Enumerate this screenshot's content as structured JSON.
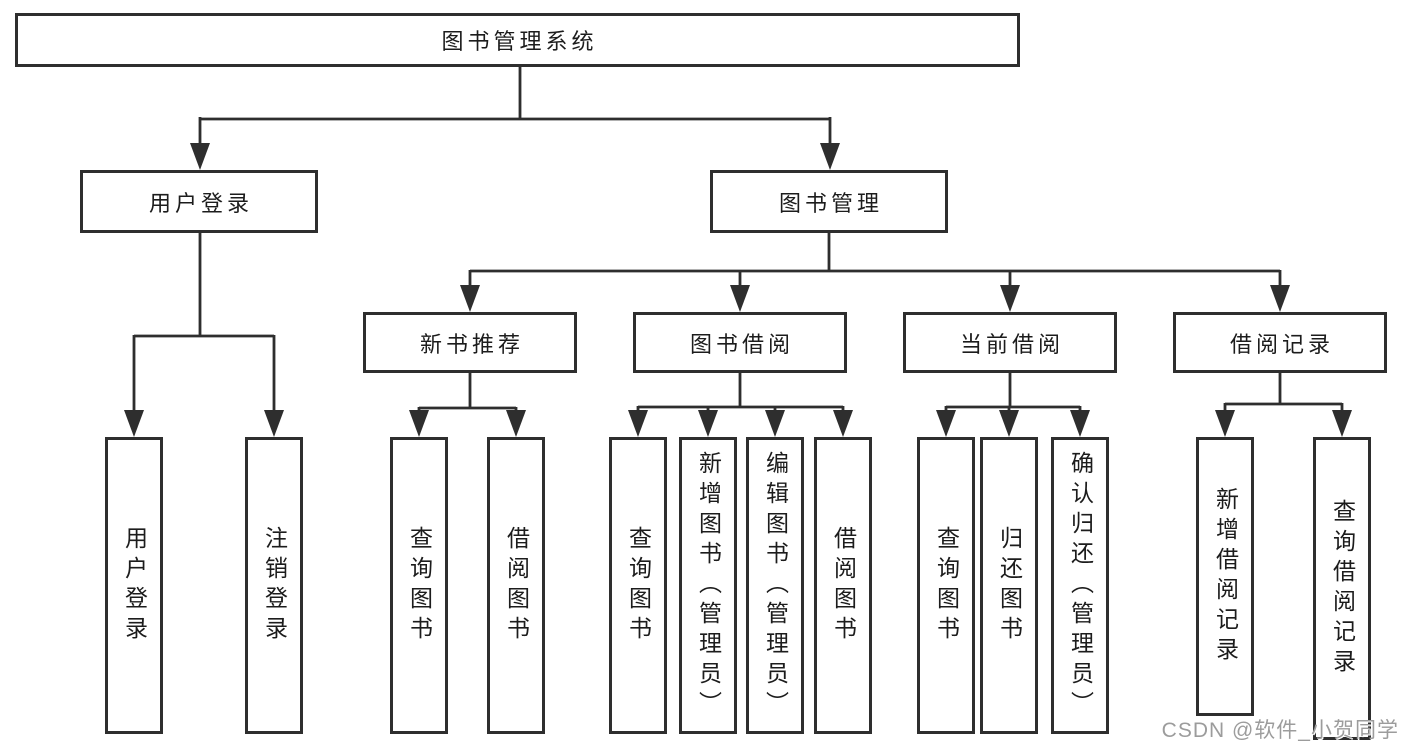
{
  "nodes": {
    "root": "图书管理系统",
    "level2": {
      "user_login": "用户登录",
      "book_management": "图书管理"
    },
    "level3": {
      "new_book_recommend": "新书推荐",
      "book_borrowing": "图书借阅",
      "current_borrowing": "当前借阅",
      "borrowing_records": "借阅记录"
    },
    "leaves": {
      "user_login": "用户登录",
      "logout": "注销登录",
      "rec_query_books": "查询图书",
      "rec_borrow_books": "借阅图书",
      "borrow_query_books": "查询图书",
      "borrow_add_books": "新增图书（管理员）",
      "borrow_edit_books": "编辑图书（管理员）",
      "borrow_borrow_books": "借阅图书",
      "cur_query_books": "查询图书",
      "cur_return_books": "归还图书",
      "cur_confirm_return": "确认归还（管理员）",
      "rec_add_record": "新增借阅记录",
      "rec_query_record": "查询借阅记录"
    }
  },
  "colors": {
    "line": "#2e2e2e",
    "text": "#1c1c1c",
    "watermark": "#9c9c9c",
    "background": "#ffffff"
  },
  "watermark": "CSDN @软件_小贺同学"
}
